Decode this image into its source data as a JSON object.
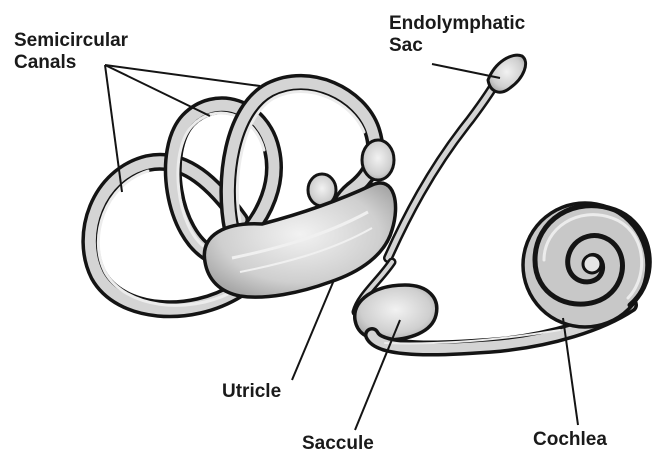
{
  "labels": {
    "semicircular_line1": "Semicircular",
    "semicircular_line2": "Canals",
    "endolymphatic_line1": "Endolymphatic",
    "endolymphatic_line2": "Sac",
    "utricle": "Utricle",
    "saccule": "Saccule",
    "cochlea": "Cochlea"
  },
  "colors": {
    "outline": "#141414",
    "tissue": "#d4d4d4",
    "highlight": "#ececec",
    "text": "#1a1a1a"
  }
}
